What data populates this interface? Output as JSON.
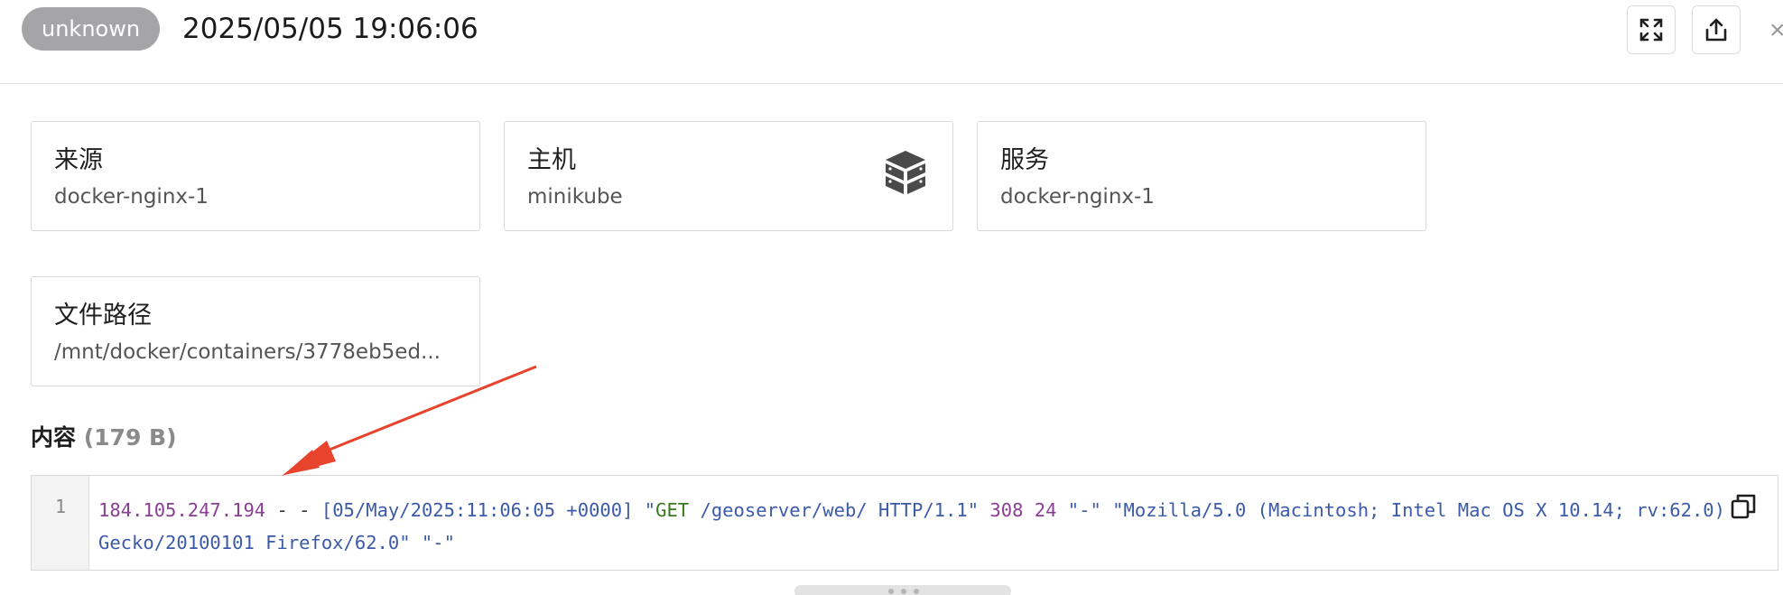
{
  "header": {
    "level_badge": "unknown",
    "timestamp": "2025/05/05 19:06:06",
    "close_glyph": "×"
  },
  "cards": [
    {
      "label": "来源",
      "value": "docker-nginx-1",
      "icon": ""
    },
    {
      "label": "主机",
      "value": "minikube",
      "icon": "server-stack-icon"
    },
    {
      "label": "服务",
      "value": "docker-nginx-1",
      "icon": ""
    },
    {
      "label": "文件路径",
      "value": "/mnt/docker/containers/3778eb5ed...",
      "icon": ""
    }
  ],
  "content": {
    "title": "内容",
    "size": "(179 B)",
    "line_number": "1",
    "tokens": {
      "ip": "184.105.247.194",
      "dashes": " - - ",
      "date": "[05/May/2025:11:06:05 +0000]",
      "q1": " \"",
      "method": "GET",
      "path": " /geoserver/web/ HTTP/1.1\"",
      "status": " 308",
      "bytes": " 24",
      "rest": " \"-\" \"Mozilla/5.0 (Macintosh; Intel Mac OS X 10.14; rv:62.0) Gecko/20100101 Firefox/62.0\" \"-\""
    }
  },
  "colors": {
    "badge_bg": "#a5a5a8",
    "arrow": "#e8432d",
    "token_ip": "#8a3f94",
    "token_method": "#3a7a1f",
    "token_string": "#3b5aa8"
  }
}
